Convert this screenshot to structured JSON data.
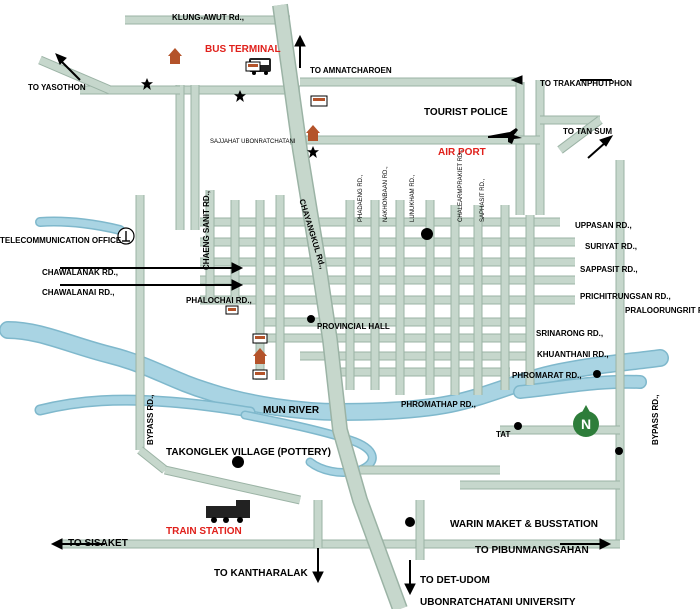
{
  "colors": {
    "road": "#c6d7cc",
    "road_edge": "#9bb3a5",
    "river": "#a9d4e3",
    "river_edge": "#7fb8cc",
    "text": "#000000",
    "accent": "#e0201b",
    "north": "#2e7d3a"
  },
  "icons": [
    "temple-icon",
    "bus-icon",
    "star-icon",
    "train-icon",
    "airplane-icon",
    "telecom-tower-icon",
    "north-compass-icon",
    "arrow-icon"
  ],
  "roads": {
    "klung_awut": "KLUNG-AWUT Rd.,",
    "chaeng_sanit": "CHAENG SANIT RD.,",
    "chayangkul": "CHAYANGKUL Rd.,",
    "phalochai": "PHALOCHAI RD.,",
    "uppasan": "UPPASAN RD.,",
    "suriyat": "SURIYAT RD.,",
    "sappasit": "SAPPASIT RD.,",
    "prichitrungsan": "PRICHITRUNGSAN RD.,",
    "praloorungrit": "PRALOORUNGRIT RD.,",
    "srinarong": "SRINARONG RD.,",
    "khuanthani": "KHUANTHANI RD.,",
    "phromarat": "PHROMARAT RD.,",
    "phromathap": "PHROMATHAP RD.,",
    "bypass": "BYPASS RD.,",
    "phadaeng": "PHADAENG RD.,",
    "nakhonbaan": "NAKHONBAAN RD.,",
    "lunukham": "LUNUKHAM RD.,",
    "chalearmprakiet": "CHALEARMPRAKIET RD.,",
    "saphasit": "SAPHASIT RD.,"
  },
  "places": {
    "bus_terminal": "BUS TERMINAL",
    "tourist_police": "TOURIST POLICE",
    "air_port": "AIR PORT",
    "telecom": "TELECOMMUNICATION OFFICE",
    "chawalanak": "CHAWALANAK RD.,",
    "chawalanai": "CHAWALANAI RD.,",
    "provincial_hall": "PROVINCIAL HALL",
    "mun_river": "MUN RIVER",
    "takonglek": "TAKONGLEK VILLAGE (POTTERY)",
    "tat": "TAT",
    "train_station": "TRAIN STATION",
    "warin": "WARIN MAKET & BUSSTATION",
    "sajjahat": "SAJJAHAT UBONRATCHATANI"
  },
  "directions": {
    "amnatcharoen": "TO AMNATCHAROEN",
    "yasothon": "TO YASOTHON",
    "trakanphutphon": "TO TRAKANPHUTPHON",
    "tan_sum": "TO TAN SUM",
    "sisaket": "TO SISAKET",
    "pibunmangsahan": "TO PIBUNMANGSAHAN",
    "kantharalak": "TO KANTHARALAK",
    "det_udom": "TO DET-UDOM",
    "university": "UBONRATCHATANI UNIVERSITY"
  },
  "compass": {
    "letter": "N"
  }
}
